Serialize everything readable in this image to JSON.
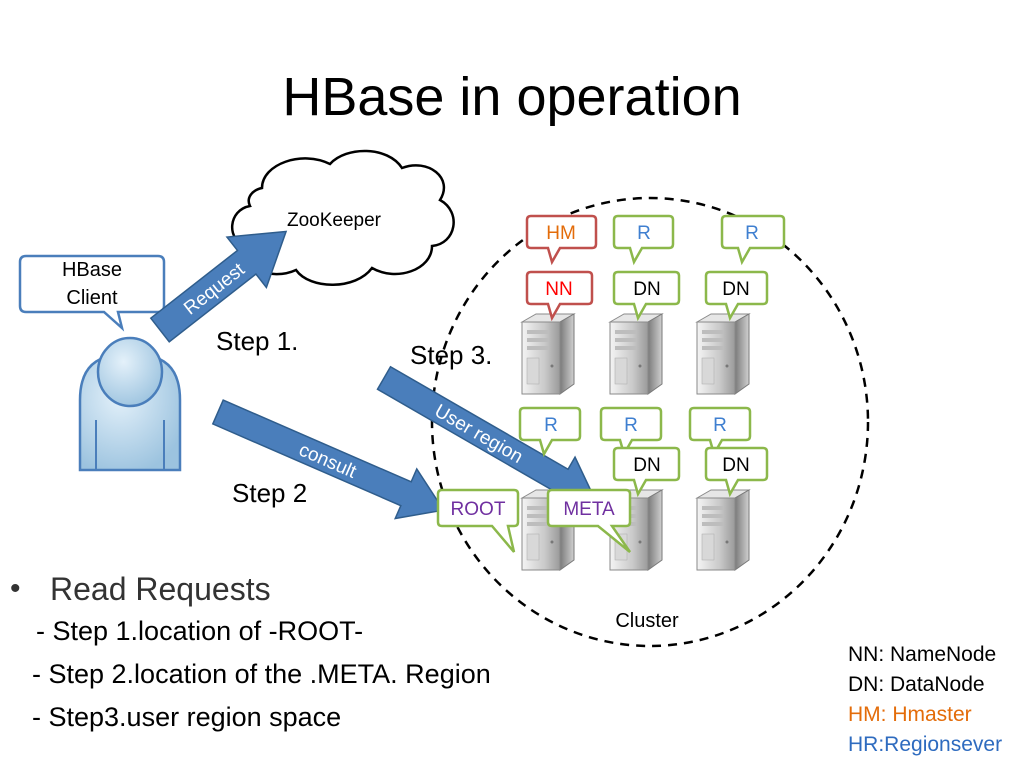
{
  "title": "HBase in operation",
  "zookeeper_label": "ZooKeeper",
  "client_label_line1": "HBase",
  "client_label_line2": "Client",
  "arrows": {
    "request": "Request",
    "consult": "consult",
    "user_region": "User region"
  },
  "steps": {
    "step1": "Step 1.",
    "step2": "Step 2",
    "step3": "Step 3."
  },
  "cluster_label": "Cluster",
  "callouts": {
    "hm": "HM",
    "nn": "NN",
    "r": "R",
    "dn": "DN",
    "root": "ROOT",
    "meta": "META"
  },
  "bullets": {
    "heading": "Read Requests",
    "items": [
      "- Step 1.location of -ROOT-",
      "- Step 2.location of the .META. Region",
      "-  Step3.user region space"
    ]
  },
  "legend": {
    "nn": "NN: NameNode",
    "dn": "DN: DataNode",
    "hm": "HM: Hmaster",
    "hr": "HR:Regionsever"
  },
  "colors": {
    "arrow_blue": "#4a7ebb",
    "callout_green": "#8cb84b",
    "callout_red": "#c0504d",
    "hm_text": "#e36c0a",
    "r_text": "#3f7fd0",
    "nn_text": "#ff0000",
    "meta_text": "#7030a0",
    "person_fill": "#b8d6ea",
    "person_stroke": "#4a7ebb"
  }
}
